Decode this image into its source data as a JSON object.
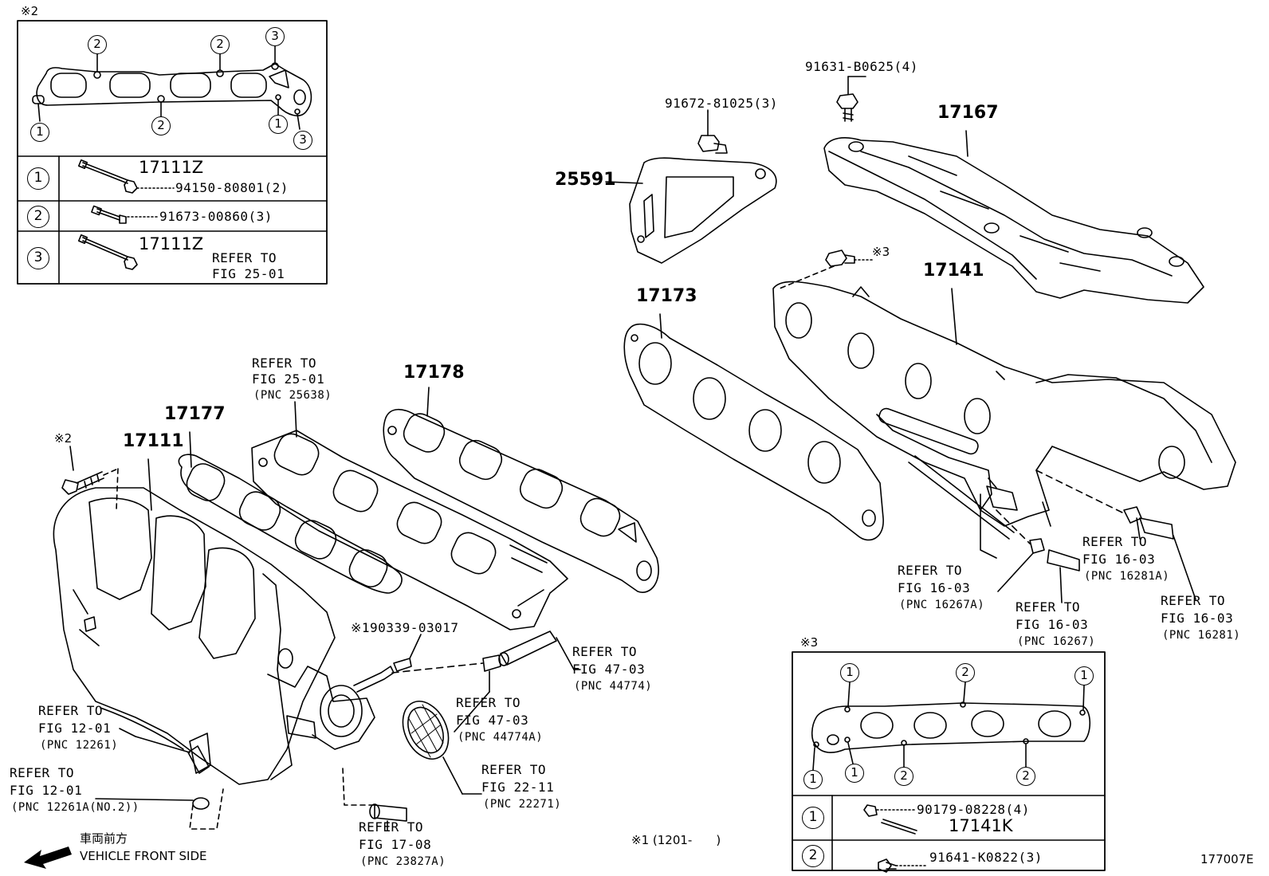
{
  "inset_top_left": {
    "marker": "※2",
    "callouts": [
      "2",
      "2",
      "3",
      "1",
      "2",
      "1",
      "3"
    ],
    "rows": [
      {
        "index": "1",
        "part_main": "17111Z",
        "part_sub": "94150-80801(2)"
      },
      {
        "index": "2",
        "part_sub": "91673-00860(3)"
      },
      {
        "index": "3",
        "part_main": "17111Z",
        "ref_line1": "REFER TO",
        "ref_line2": "FIG 25-01"
      }
    ]
  },
  "inset_bottom_right": {
    "marker": "※3",
    "callouts": [
      "1",
      "2",
      "1",
      "1",
      "1",
      "2",
      "2"
    ],
    "rows": [
      {
        "index": "1",
        "part_sub": "90179-08228(4)",
        "part_main": "17141K"
      },
      {
        "index": "2",
        "part_sub": "91641-K0822(3)"
      }
    ]
  },
  "parts": {
    "p17111": "17111",
    "p17177": "17177",
    "p17178": "17178",
    "p17173": "17173",
    "p17141": "17141",
    "p17167": "17167",
    "p25591": "25591",
    "bolt_91672": "91672-81025(3)",
    "bolt_91631": "91631-B0625(4)",
    "mark_2": "※2",
    "mark_3": "※3",
    "hose_190339": "※190339-03017"
  },
  "refs": {
    "r25638": {
      "l1": "REFER TO",
      "l2": "FIG 25-01",
      "pnc": "(PNC 25638)"
    },
    "r44774": {
      "l1": "REFER TO",
      "l2": "FIG 47-03",
      "pnc": "(PNC 44774)"
    },
    "r44774a": {
      "l1": "REFER TO",
      "l2": "FIG 47-03",
      "pnc": "(PNC 44774A)"
    },
    "r12261": {
      "l1": "REFER TO",
      "l2": "FIG 12-01",
      "pnc": "(PNC 12261)"
    },
    "r12261a": {
      "l1": "REFER TO",
      "l2": "FIG 12-01",
      "pnc": "(PNC 12261A(NO.2))"
    },
    "r22271": {
      "l1": "REFER TO",
      "l2": "FIG 22-11",
      "pnc": "(PNC 22271)"
    },
    "r23827a": {
      "l1": "REFER TO",
      "l2": "FIG 17-08",
      "pnc": "(PNC 23827A)"
    },
    "r16267a": {
      "l1": "REFER TO",
      "l2": "FIG 16-03",
      "pnc": "(PNC 16267A)"
    },
    "r16267": {
      "l1": "REFER TO",
      "l2": "FIG 16-03",
      "pnc": "(PNC 16267)"
    },
    "r16281a": {
      "l1": "REFER TO",
      "l2": "FIG 16-03",
      "pnc": "(PNC 16281A)"
    },
    "r16281": {
      "l1": "REFER TO",
      "l2": "FIG 16-03",
      "pnc": "(PNC 16281)"
    }
  },
  "footer": {
    "front_jp": "車両前方",
    "front_en": "VEHICLE FRONT SIDE",
    "date_note": "※1 (1201-　　)",
    "figure_id": "177007E"
  }
}
